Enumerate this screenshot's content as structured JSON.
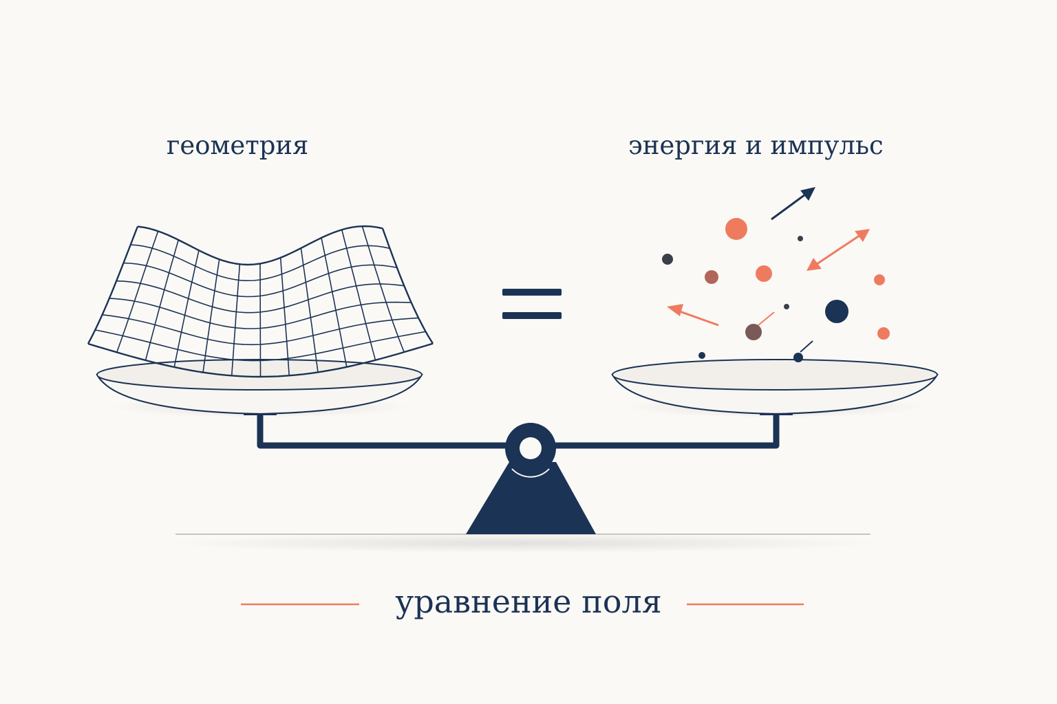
{
  "labels": {
    "left": "геометрия",
    "right": "энергия и импульс",
    "caption": "уравнение поля"
  },
  "colors": {
    "navy": "#1b3354",
    "accent": "#ef7b5f",
    "background": "#fbf9f6"
  },
  "icons": [
    "curved-grid-icon",
    "equals-icon",
    "particles-icon",
    "balance-scale-icon"
  ]
}
